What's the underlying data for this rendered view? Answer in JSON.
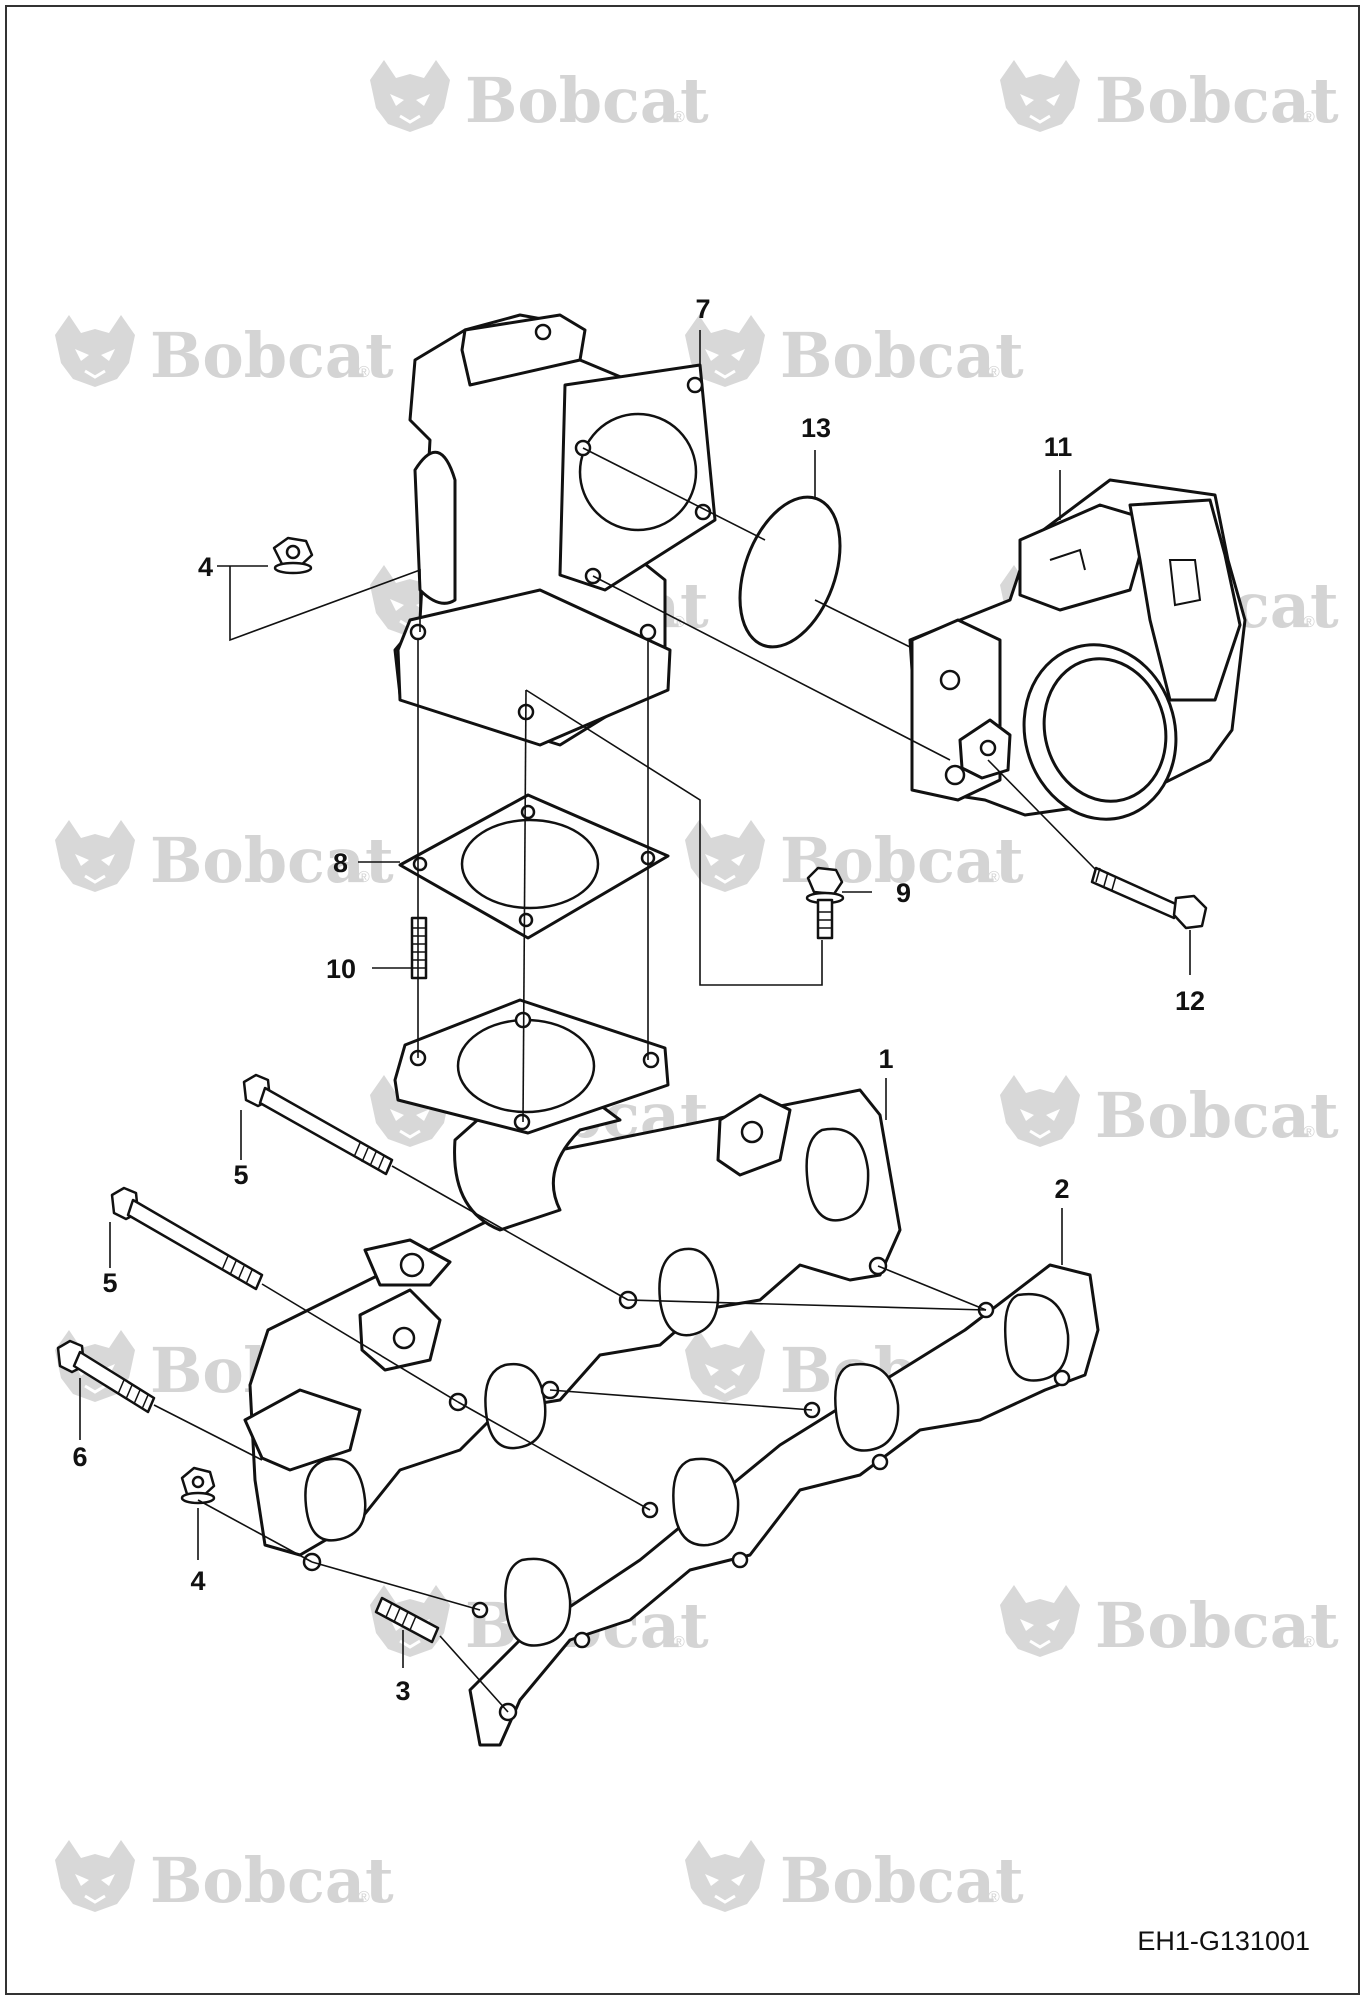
{
  "watermark": {
    "brand": "Bobcat",
    "mark": "®",
    "icon": "bobcat-head-logo"
  },
  "drawing_id": "EH1-G131001",
  "callouts": {
    "intake_manifold": "1",
    "manifold_gasket": "2",
    "stud_bolt_lower": "3",
    "nut_upper": "4",
    "nut_lower": "4",
    "bolt_upper": "5",
    "bolt_middle": "5",
    "bolt_lower": "6",
    "elbow_housing": "7",
    "flange_gasket": "8",
    "flange_bolt": "9",
    "stud_bolt_upper": "10",
    "throttle_body": "11",
    "throttle_bolt": "12",
    "o_ring": "13"
  },
  "colors": {
    "line": "#111111",
    "watermark": "#d4d4d4",
    "frame": "#333333"
  }
}
